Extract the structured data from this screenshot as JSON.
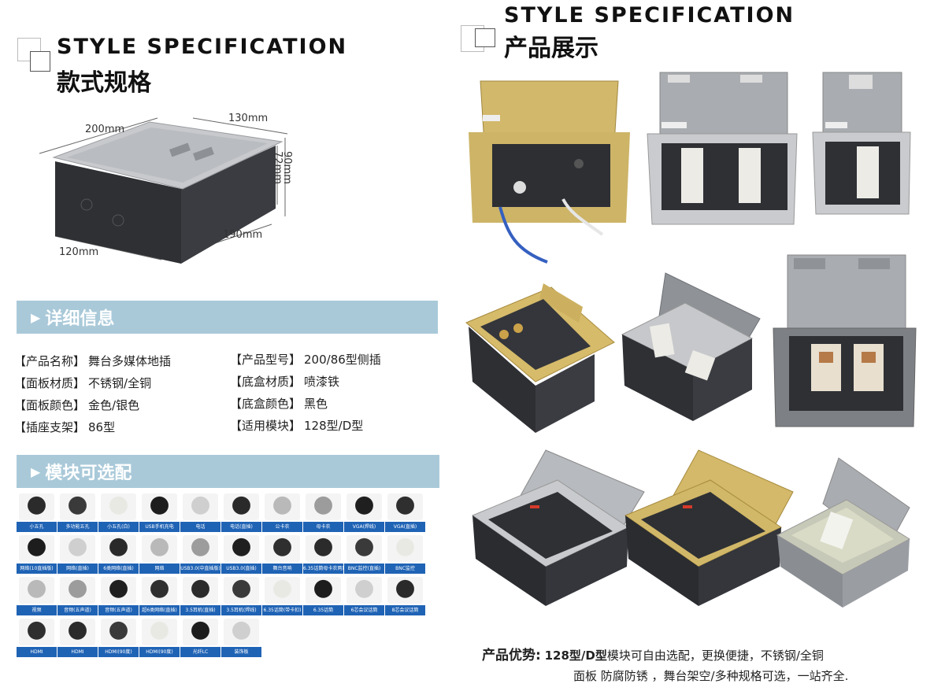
{
  "left": {
    "header": {
      "en": "STYLE SPECIFICATION",
      "cn": "款式规格"
    },
    "dimensions": {
      "length": "200mm",
      "top_width": "130mm",
      "height_outer": "90mm",
      "height_inner": "72mm",
      "bottom_length": "190mm",
      "bottom_width": "120mm"
    },
    "details_title": "详细信息",
    "details": [
      {
        "key": "【产品名称】",
        "value": "舞台多媒体地插"
      },
      {
        "key": "【产品型号】",
        "value": "200/86型侧插"
      },
      {
        "key": "【面板材质】",
        "value": "不锈钢/全铜"
      },
      {
        "key": "【底盒材质】",
        "value": "喷漆铁"
      },
      {
        "key": "【面板颜色】",
        "value": "金色/银色"
      },
      {
        "key": "【底盒颜色】",
        "value": "黑色"
      },
      {
        "key": "【插座支架】",
        "value": "86型"
      },
      {
        "key": "【适用模块】",
        "value": "128型/D型"
      }
    ],
    "modules_title": "模块可选配",
    "modules": [
      [
        "小五孔",
        "多功能五孔",
        "小五孔(白)",
        "USB手机充电",
        "电话",
        "电话(直插)",
        "公卡农",
        "母卡农",
        "VGA(焊线)",
        "VGA(直插)"
      ],
      [
        "网络(10直插版)",
        "网络(直插)",
        "6类网络(直插)",
        "网络",
        "USB3.0(中直插版)",
        "USB3.0(直插)",
        "舞台音响",
        "6.35话筒母卡农两用",
        "BNC监控(直插)",
        "BNC监控"
      ],
      [
        "视频",
        "音频(五声道)",
        "音频(五声道)",
        "超6类网络(直插)",
        "3.5耳机(直插)",
        "3.5耳机(焊线)",
        "6.35话筒(带卡扣)",
        "6.35话筒",
        "6芯会议话筒",
        "8芯会议话筒"
      ],
      [
        "HDMI",
        "HDMI",
        "HDMI(90度)",
        "HDMI(90度)",
        "光纤LC",
        "装饰板"
      ]
    ]
  },
  "right": {
    "header": {
      "en": "STYLE SPECIFICATION",
      "cn": "产品展示"
    },
    "advantage_label": "产品优势:",
    "advantage_bold": "128型/D型",
    "advantage_line1": "模块可自由选配，更换便捷，不锈钢/全铜",
    "advantage_line2": "面板 防腐防锈 ，舞台架空/多种规格可选，一站齐全.",
    "colors": {
      "gold": "#d2b86a",
      "silver": "#b9bcc0",
      "black": "#2d2f33",
      "accent": "#a9c9d9",
      "module_caption": "#1f63b5"
    }
  }
}
